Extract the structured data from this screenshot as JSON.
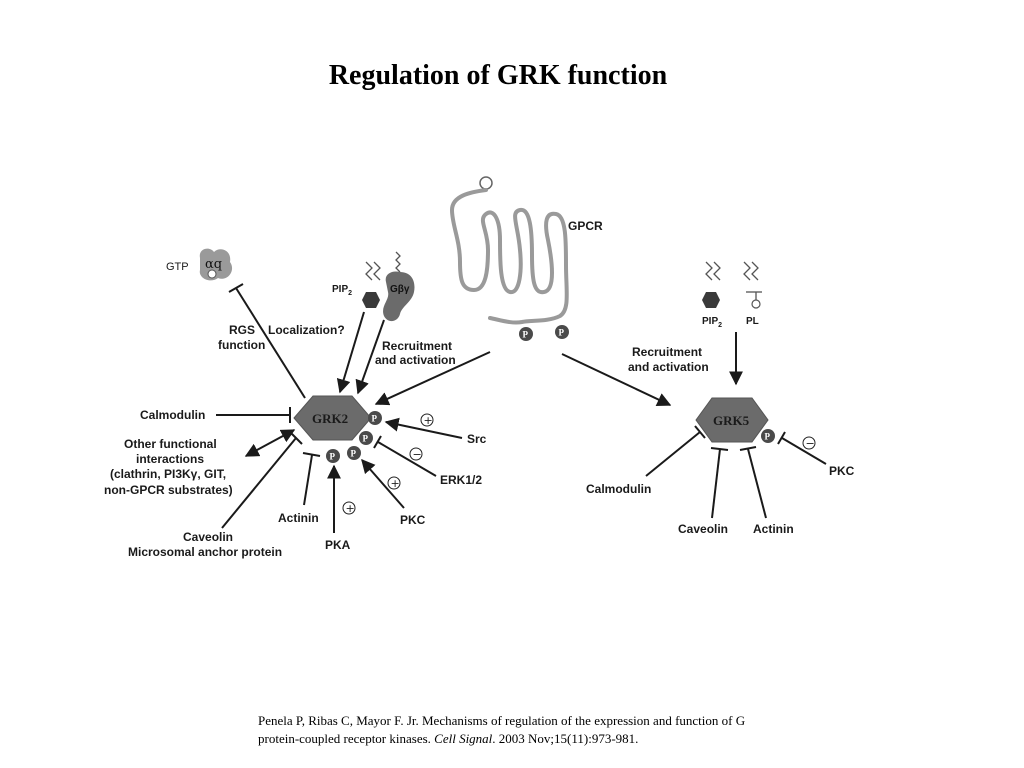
{
  "title": "Regulation of GRK function",
  "grk2": {
    "label": "GRK2",
    "phospho": "P",
    "inputs": {
      "gtp": "GTP",
      "alpha_q": "αq",
      "rgs_line1": "RGS",
      "rgs_line2": "function",
      "localization": "Localization?",
      "pip2": "PIP",
      "pip2_sub": "2",
      "gbg": "Gβγ",
      "recruit_line1": "Recruitment",
      "recruit_line2": "and activation",
      "calmodulin": "Calmodulin",
      "other_line1": "Other functional",
      "other_line2": "interactions",
      "other_line3": "(clathrin, PI3Kγ, GIT,",
      "other_line4": "non-GPCR substrates)",
      "caveolin_line1": "Caveolin",
      "caveolin_line2": "Microsomal anchor protein",
      "actinin": "Actinin",
      "pka": "PKA",
      "pkc": "PKC",
      "erk": "ERK1/2",
      "src": "Src"
    },
    "signs": {
      "src": "+",
      "erk": "−",
      "pkc": "+",
      "pka": "+"
    }
  },
  "gpcr": {
    "label": "GPCR",
    "phospho": "P"
  },
  "grk5": {
    "label": "GRK5",
    "phospho": "P",
    "inputs": {
      "pip2": "PIP",
      "pip2_sub": "2",
      "pl": "PL",
      "recruit_line1": "Recruitment",
      "recruit_line2": "and activation",
      "calmodulin": "Calmodulin",
      "caveolin": "Caveolin",
      "actinin": "Actinin",
      "pkc": "PKC"
    },
    "signs": {
      "pkc": "−"
    }
  },
  "citation": {
    "text1": "Penela P, Ribas C, Mayor F. Jr. Mechanisms of regulation of the expression and function of G protein-coupled receptor kinases. ",
    "journal": "Cell Signal",
    "text2": ". 2003 Nov;15(11):973-981."
  },
  "colors": {
    "hexagon": "#6b6b6b",
    "membrane": "#9a9a9a",
    "phospho": "#4a4a4a",
    "line": "#1a1a1a"
  }
}
